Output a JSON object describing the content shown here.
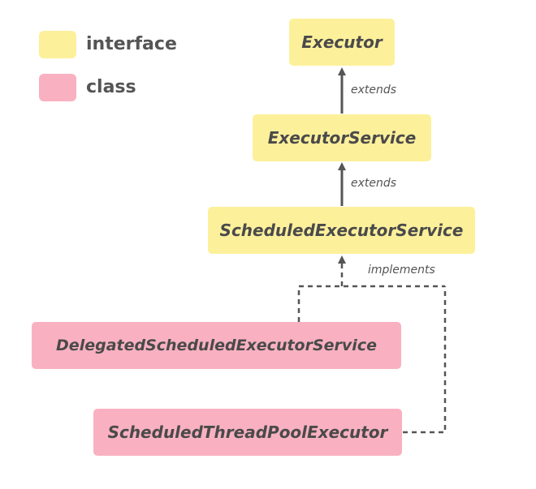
{
  "colors": {
    "interface": "#fdf09b",
    "class": "#f9b1c1",
    "text": "#4a4a4a",
    "line": "#555555"
  },
  "legend": {
    "interface": "interface",
    "class": "class"
  },
  "nodes": {
    "executor": "Executor",
    "executor_service": "ExecutorService",
    "scheduled_executor_service": "ScheduledExecutorService",
    "delegated_scheduled_executor_service": "DelegatedScheduledExecutorService",
    "scheduled_thread_pool_executor": "ScheduledThreadPoolExecutor"
  },
  "edges": {
    "extends_1": "extends",
    "extends_2": "extends",
    "implements": "implements"
  }
}
